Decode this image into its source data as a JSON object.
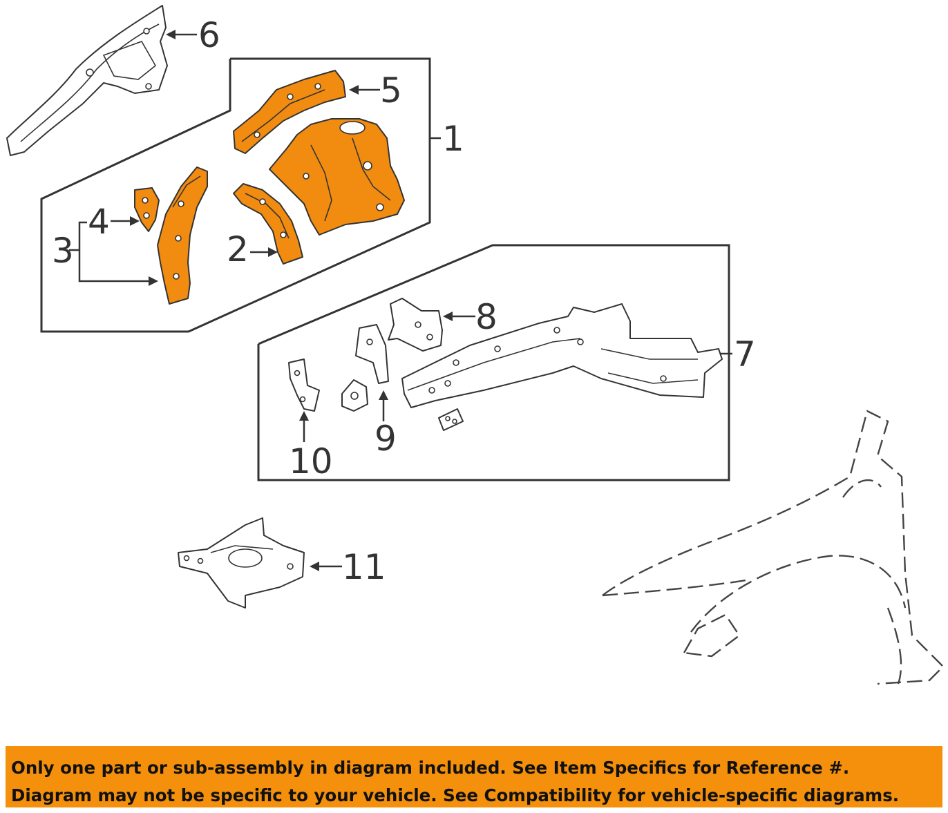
{
  "callouts": {
    "c1": "1",
    "c2": "2",
    "c3": "3",
    "c4": "4",
    "c5": "5",
    "c6": "6",
    "c7": "7",
    "c8": "8",
    "c9": "9",
    "c10": "10",
    "c11": "11"
  },
  "notice": {
    "line1": "Only one part or sub-assembly in diagram included. See Item Specifics for Reference #.",
    "line2": "Diagram may not be specific to your vehicle. See Compatibility for vehicle-specific diagrams."
  },
  "colors": {
    "highlight": "#f28c10",
    "banner": "#f4900c",
    "line": "#333333"
  }
}
